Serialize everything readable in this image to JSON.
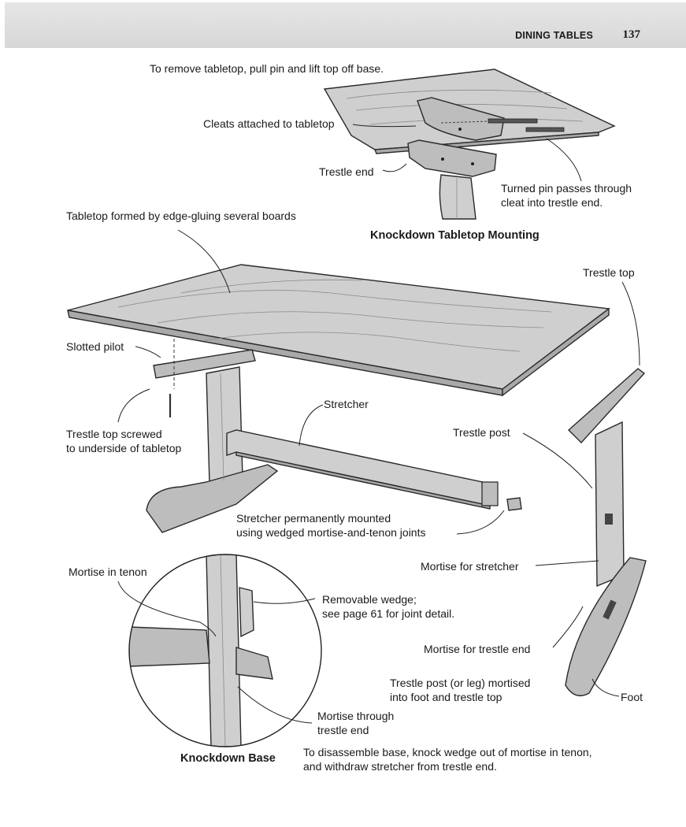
{
  "header": {
    "section": "DINING TABLES",
    "page_number": "137"
  },
  "labels": {
    "remove_tabletop": "To remove tabletop, pull pin and lift top off base.",
    "cleats": "Cleats attached to tabletop",
    "trestle_end": "Trestle end",
    "turned_pin": [
      "Turned pin passes through",
      "cleat into trestle end."
    ],
    "tabletop_formed": "Tabletop formed by edge-gluing several boards",
    "trestle_top": "Trestle top",
    "slotted_pilot": "Slotted pilot",
    "stretcher": "Stretcher",
    "trestle_top_screwed": [
      "Trestle top screwed",
      "to underside of tabletop"
    ],
    "trestle_post": "Trestle post",
    "stretcher_mounted": [
      "Stretcher permanently mounted",
      "using wedged mortise-and-tenon joints"
    ],
    "mortise_in_tenon": "Mortise in tenon",
    "mortise_for_stretcher": "Mortise for stretcher",
    "removable_wedge": [
      "Removable wedge;",
      "see page 61 for joint detail."
    ],
    "mortise_trestle_end": "Mortise for trestle end",
    "post_mortised": [
      "Trestle post (or leg) mortised",
      "into foot and trestle top"
    ],
    "foot": "Foot",
    "mortise_through": [
      "Mortise through",
      "trestle end"
    ],
    "disassemble": [
      "To disassemble base, knock wedge out of mortise in tenon,",
      "and withdraw stretcher from trestle end."
    ]
  },
  "captions": {
    "knockdown_mounting": "Knockdown Tabletop Mounting",
    "knockdown_base": "Knockdown Base"
  }
}
